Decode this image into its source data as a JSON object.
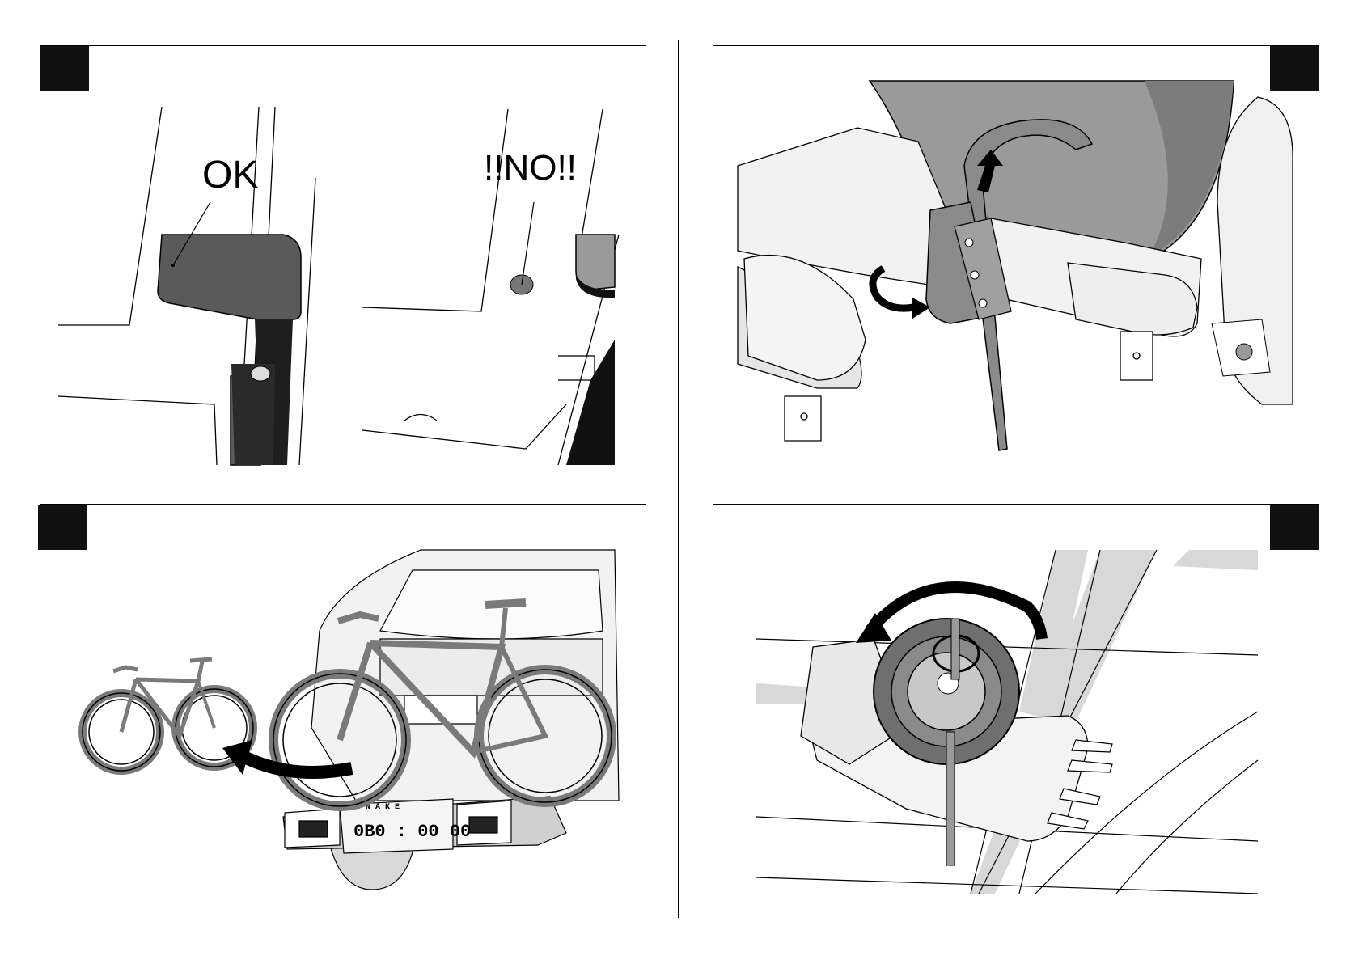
{
  "panels": {
    "p1": {
      "label_ok": "OK",
      "label_no": "!!NO!!"
    },
    "p3": {
      "plate": "0B0 : 00 00",
      "rack_brand": "S N A K E"
    }
  },
  "colors": {
    "step_box": "#111111",
    "strap": "#888888",
    "pipe": "#999999",
    "arrow": "#000000"
  }
}
